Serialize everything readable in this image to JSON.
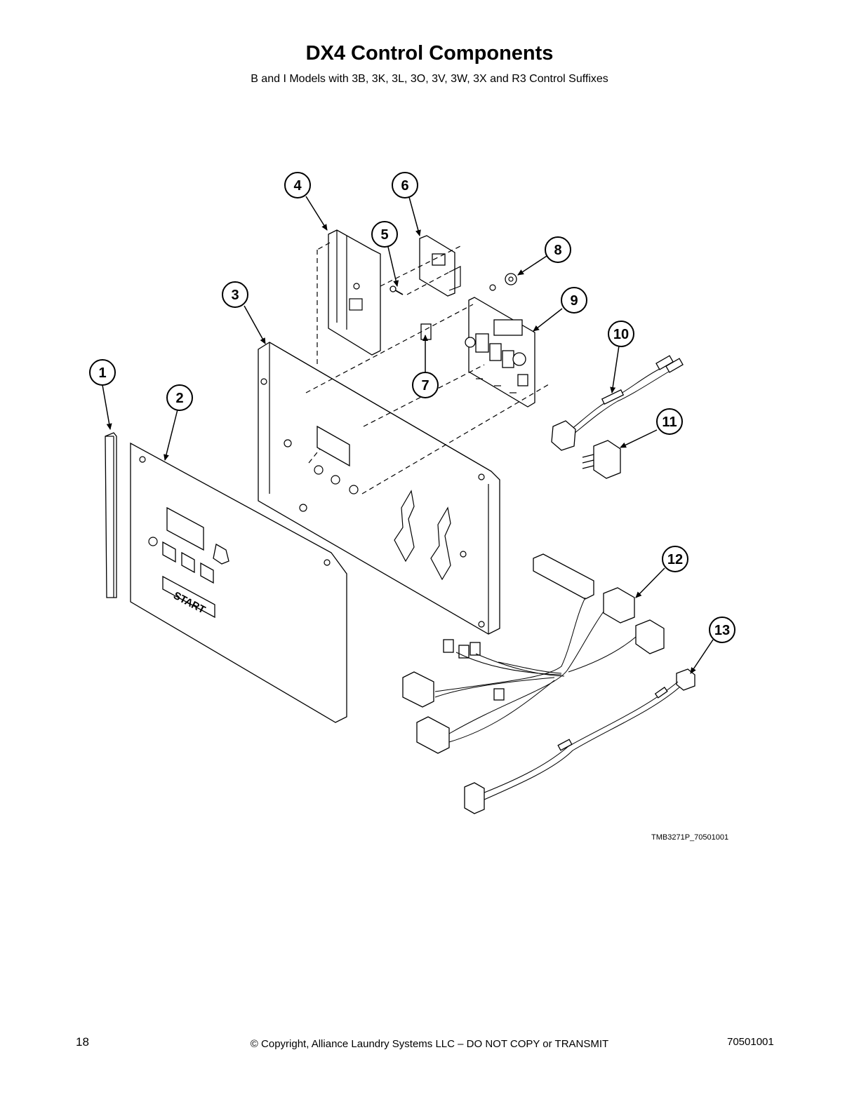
{
  "header": {
    "title": "DX4 Control Components",
    "subtitle": "B and I Models with 3B, 3K, 3L, 3O, 3V, 3W, 3X and R3 Control Suffixes"
  },
  "diagram": {
    "figure_id": "TMB3271P_70501001",
    "callouts": [
      "1",
      "2",
      "3",
      "4",
      "5",
      "6",
      "7",
      "8",
      "9",
      "10",
      "11",
      "12",
      "13"
    ],
    "panel_label": "START"
  },
  "footer": {
    "page_number": "18",
    "copyright": "© Copyright, Alliance Laundry Systems LLC – DO NOT COPY or TRANSMIT",
    "doc_number": "70501001"
  }
}
